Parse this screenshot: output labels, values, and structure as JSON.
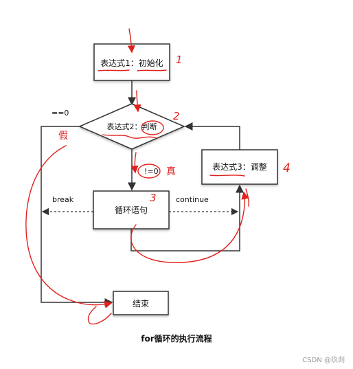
{
  "diagram": {
    "box_init": "表达式1：初始化",
    "diamond_judge": "表达式2：判断",
    "box_adjust": "表达式3：调整",
    "box_body": "循环语句",
    "box_end": "结束",
    "label_eq0": "==0",
    "label_ne0": "!=0",
    "label_break": "break",
    "label_continue": "continue"
  },
  "annotations": {
    "num_1": "1",
    "num_2": "2",
    "num_3": "3",
    "num_4": "4",
    "false_mark": "假",
    "true_mark": "真"
  },
  "caption": "for循环的执行流程",
  "watermark": "CSDN @玖剡",
  "colors": {
    "line": "#333333",
    "annotation": "#e0201c",
    "box_fill": "#ffffff"
  }
}
